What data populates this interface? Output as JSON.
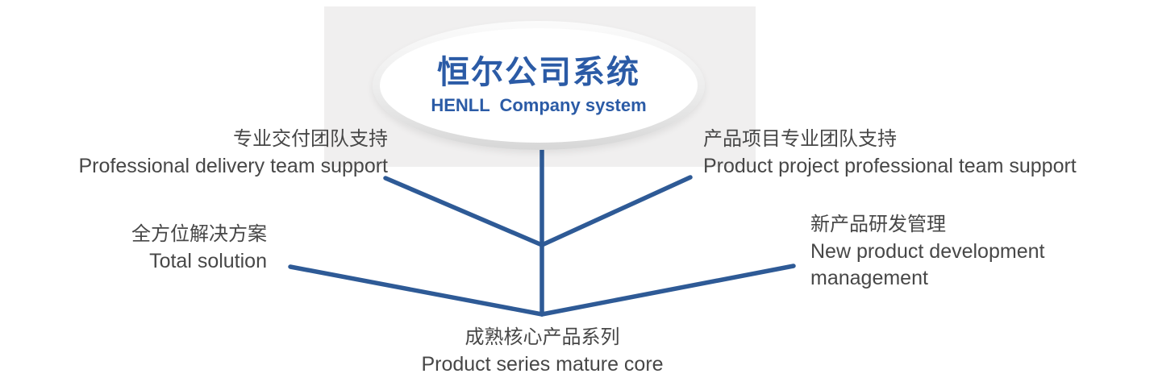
{
  "center": {
    "title_zh": "恒尔公司系统",
    "title_en": "HENLL  Company system"
  },
  "branches": {
    "top_left": {
      "zh": "专业交付团队支持",
      "en": "Professional delivery team support"
    },
    "top_right": {
      "zh": "产品项目专业团队支持",
      "en": "Product project professional team support"
    },
    "mid_left": {
      "zh": "全方位解决方案",
      "en": "Total solution"
    },
    "mid_right": {
      "zh": "新产品研发管理",
      "en": "New product development management"
    },
    "bottom": {
      "zh": "成熟核心产品系列",
      "en": "Product series mature core"
    }
  },
  "colors": {
    "line_blue": "#2e5a96",
    "title_blue": "#2b5ba6",
    "label_gray": "#474747",
    "panel_bg": "#f0efef"
  }
}
